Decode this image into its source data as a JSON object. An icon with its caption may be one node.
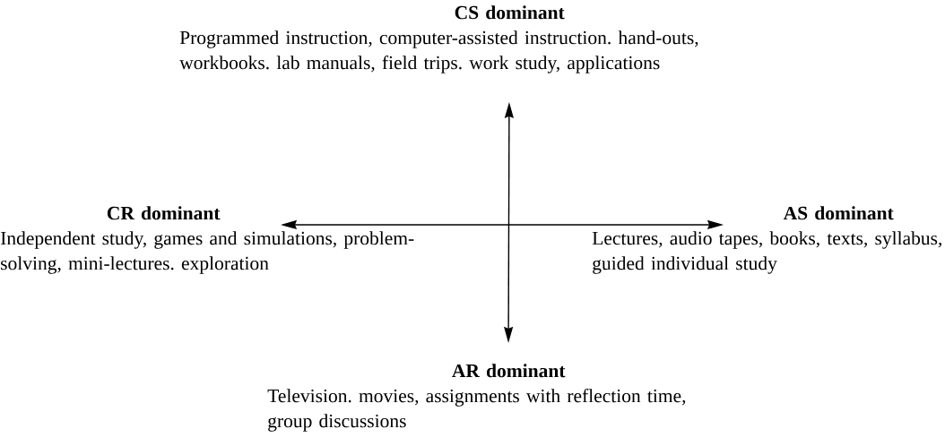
{
  "diagram": {
    "nodes": [
      {
        "text": [
          "CS dominant",
          "Programmed instruction, computer-assisted instruction. hand-outs, workbooks. lab manuals, field trips. work study, applications"
        ]
      },
      {
        "text": [
          "CR dominant",
          "Independent study, games and simulations, problem-solving, mini-lectures. exploration"
        ]
      },
      {
        "text": [
          "AS dominant",
          "Lectures, audio tapes, books, texts, syllabus, guided individual study"
        ]
      },
      {
        "text": [
          "AR dominant",
          "Television. movies, assignments with reflection time, group discussions"
        ]
      }
    ],
    "edges": [
      {
        "from": 0,
        "to": 3,
        "arrow": "both"
      },
      {
        "from": 1,
        "to": 2,
        "arrow": "both"
      }
    ]
  }
}
